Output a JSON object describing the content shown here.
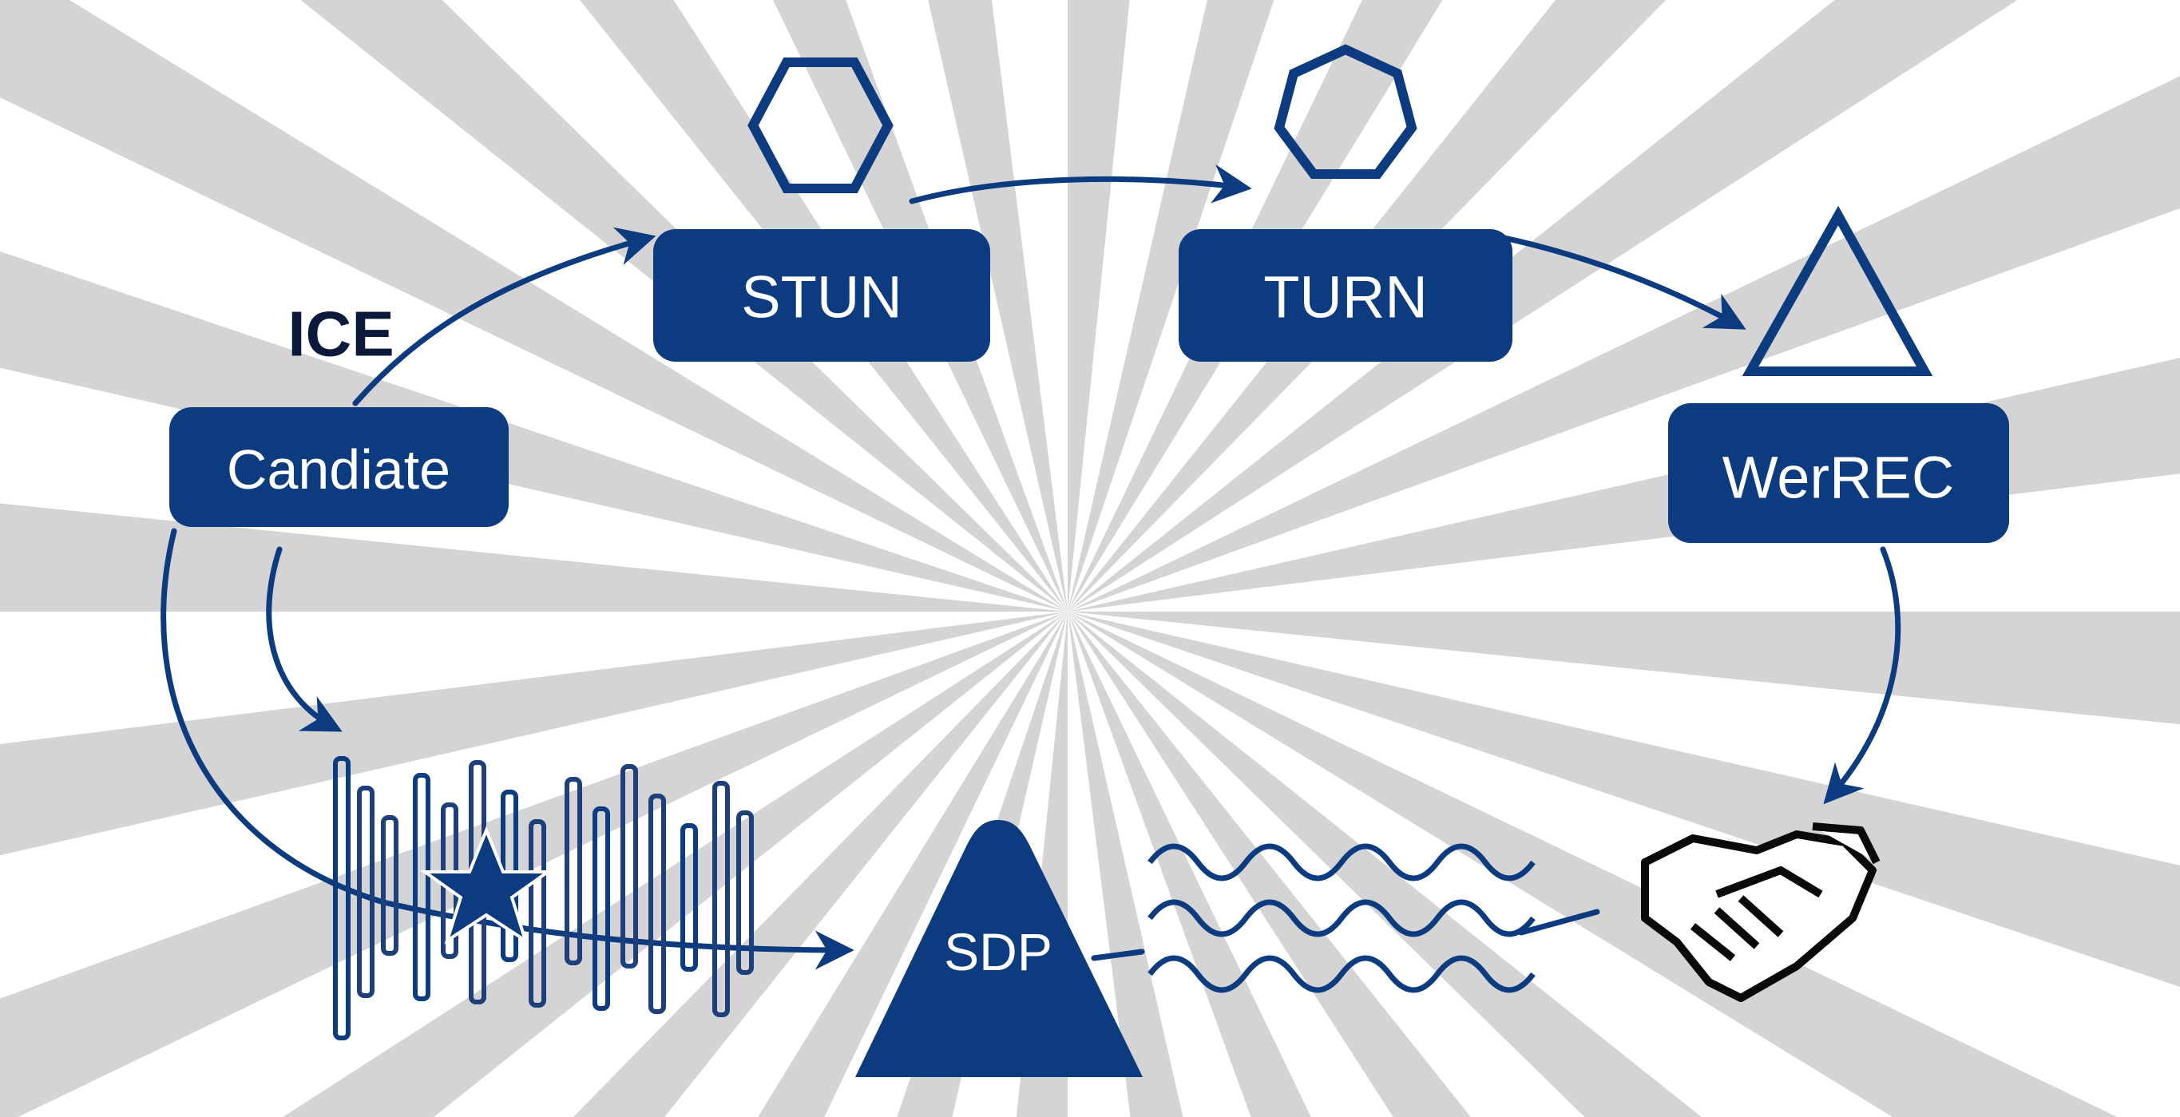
{
  "diagram": {
    "title_label": "ICE",
    "nodes": {
      "candidate": "Candiate",
      "stun": "STUN",
      "turn": "TURN",
      "webrtc": "WerREC",
      "sdp": "SDP"
    },
    "icons": [
      "hexagon-icon",
      "heptagon-icon",
      "triangle-icon",
      "star-icon",
      "barcode-signal-icon",
      "wave-icon",
      "handshake-icon"
    ],
    "colors": {
      "primary": "#0d3b7f",
      "ray": "#d4d4d4",
      "background": "#ffffff"
    }
  }
}
